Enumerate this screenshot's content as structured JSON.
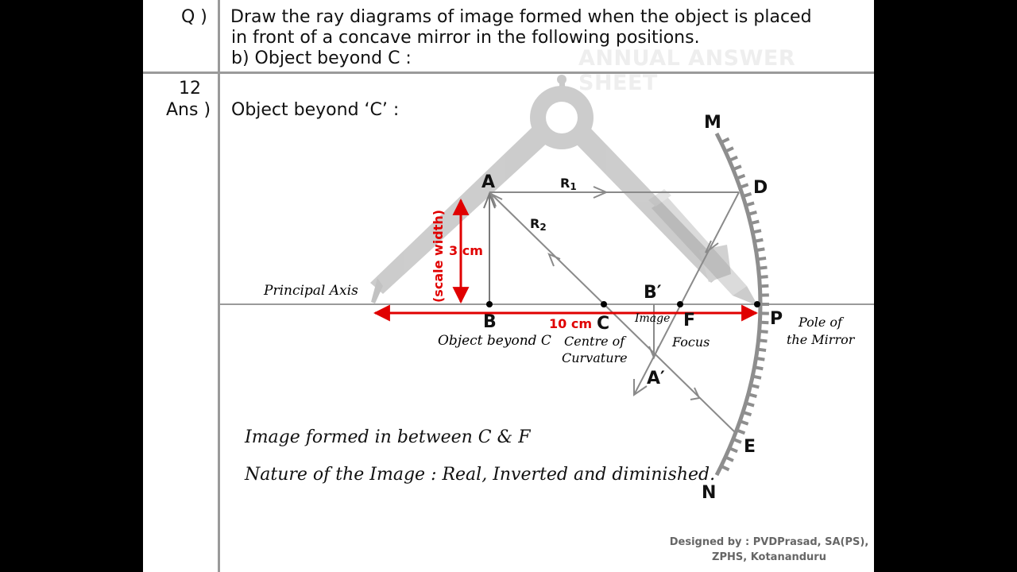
{
  "question": {
    "label": "Q )",
    "line1": "Draw the ray diagrams of image formed when the object is placed",
    "line2": "in front of a concave mirror in the following positions.",
    "line3": "b)  Object beyond C :"
  },
  "watermark": "ANNUAL ANSWER SHEET",
  "answer": {
    "number": "12",
    "label": "Ans )",
    "heading": "Object beyond ‘C’ :"
  },
  "diagram": {
    "points": {
      "A": "A",
      "B": "B",
      "C": "C",
      "F": "F",
      "P": "P",
      "D": "D",
      "E": "E",
      "M": "M",
      "N": "N",
      "B_image": "B′",
      "A_image": "A′"
    },
    "ray1": "R",
    "ray1_sub": "1",
    "ray2": "R",
    "ray2_sub": "2",
    "principal_axis": "Principal Axis",
    "object_caption": "Object beyond C",
    "centre_caption_1": "Centre of",
    "centre_caption_2": "Curvature",
    "focus_caption": "Focus",
    "image_caption": "Image",
    "pole_caption_1": "Pole of",
    "pole_caption_2": "the Mirror",
    "height_label": "3 cm",
    "scale_label": "(scale width)",
    "distance_label": "10 cm"
  },
  "conclusion": {
    "line1": "Image formed in between C & F",
    "line2": "Nature of the Image : Real, Inverted and diminished."
  },
  "credit": {
    "line1": "Designed by :  PVDPrasad, SA(PS),",
    "line2": "ZPHS, Kotananduru"
  },
  "colors": {
    "accent": "#e00000",
    "ray": "#8a8a8a",
    "mirror": "#8e8e8e"
  }
}
